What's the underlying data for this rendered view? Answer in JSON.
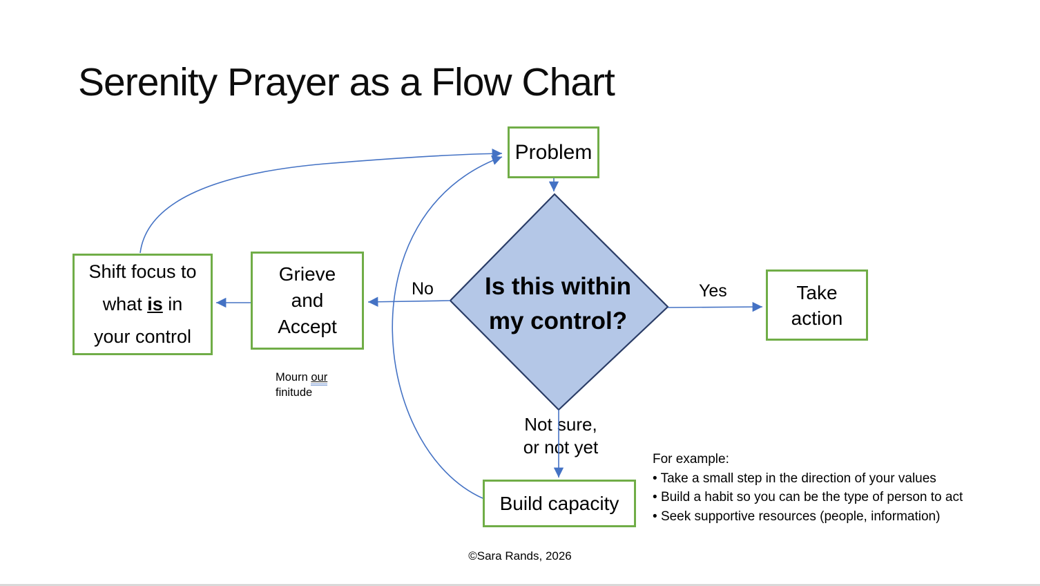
{
  "slide": {
    "title": "Serenity Prayer as a Flow Chart",
    "copyright": "©Sara Rands, 2026"
  },
  "colors": {
    "box_border": "#70AD47",
    "arrow": "#4472C4",
    "diamond_fill": "#B4C7E7",
    "diamond_border": "#2A3C66"
  },
  "nodes": {
    "problem": {
      "label": "Problem"
    },
    "decision": {
      "line1": "Is this within",
      "line2": "my control?"
    },
    "take_action": {
      "line1": "Take",
      "line2": "action"
    },
    "grieve": {
      "line1": "Grieve",
      "line2": "and",
      "line3": "Accept"
    },
    "shift_focus": {
      "line1": "Shift focus to",
      "line2_pre": "what ",
      "line2_emph": "is",
      "line2_post": " in",
      "line3": "your control"
    },
    "build_capacity": {
      "label": "Build capacity"
    }
  },
  "edge_labels": {
    "yes": "Yes",
    "no": "No",
    "not_sure": {
      "line1": "Not sure,",
      "line2": "or not yet"
    }
  },
  "annotations": {
    "mourn": {
      "pre": "Mourn ",
      "emph": "our",
      "line2": "finitude"
    },
    "examples_title": "For example:",
    "examples": [
      "Take a small step in the direction of your values",
      "Build a habit so you can be the type of person to act",
      "Seek supportive resources (people, information)"
    ]
  }
}
